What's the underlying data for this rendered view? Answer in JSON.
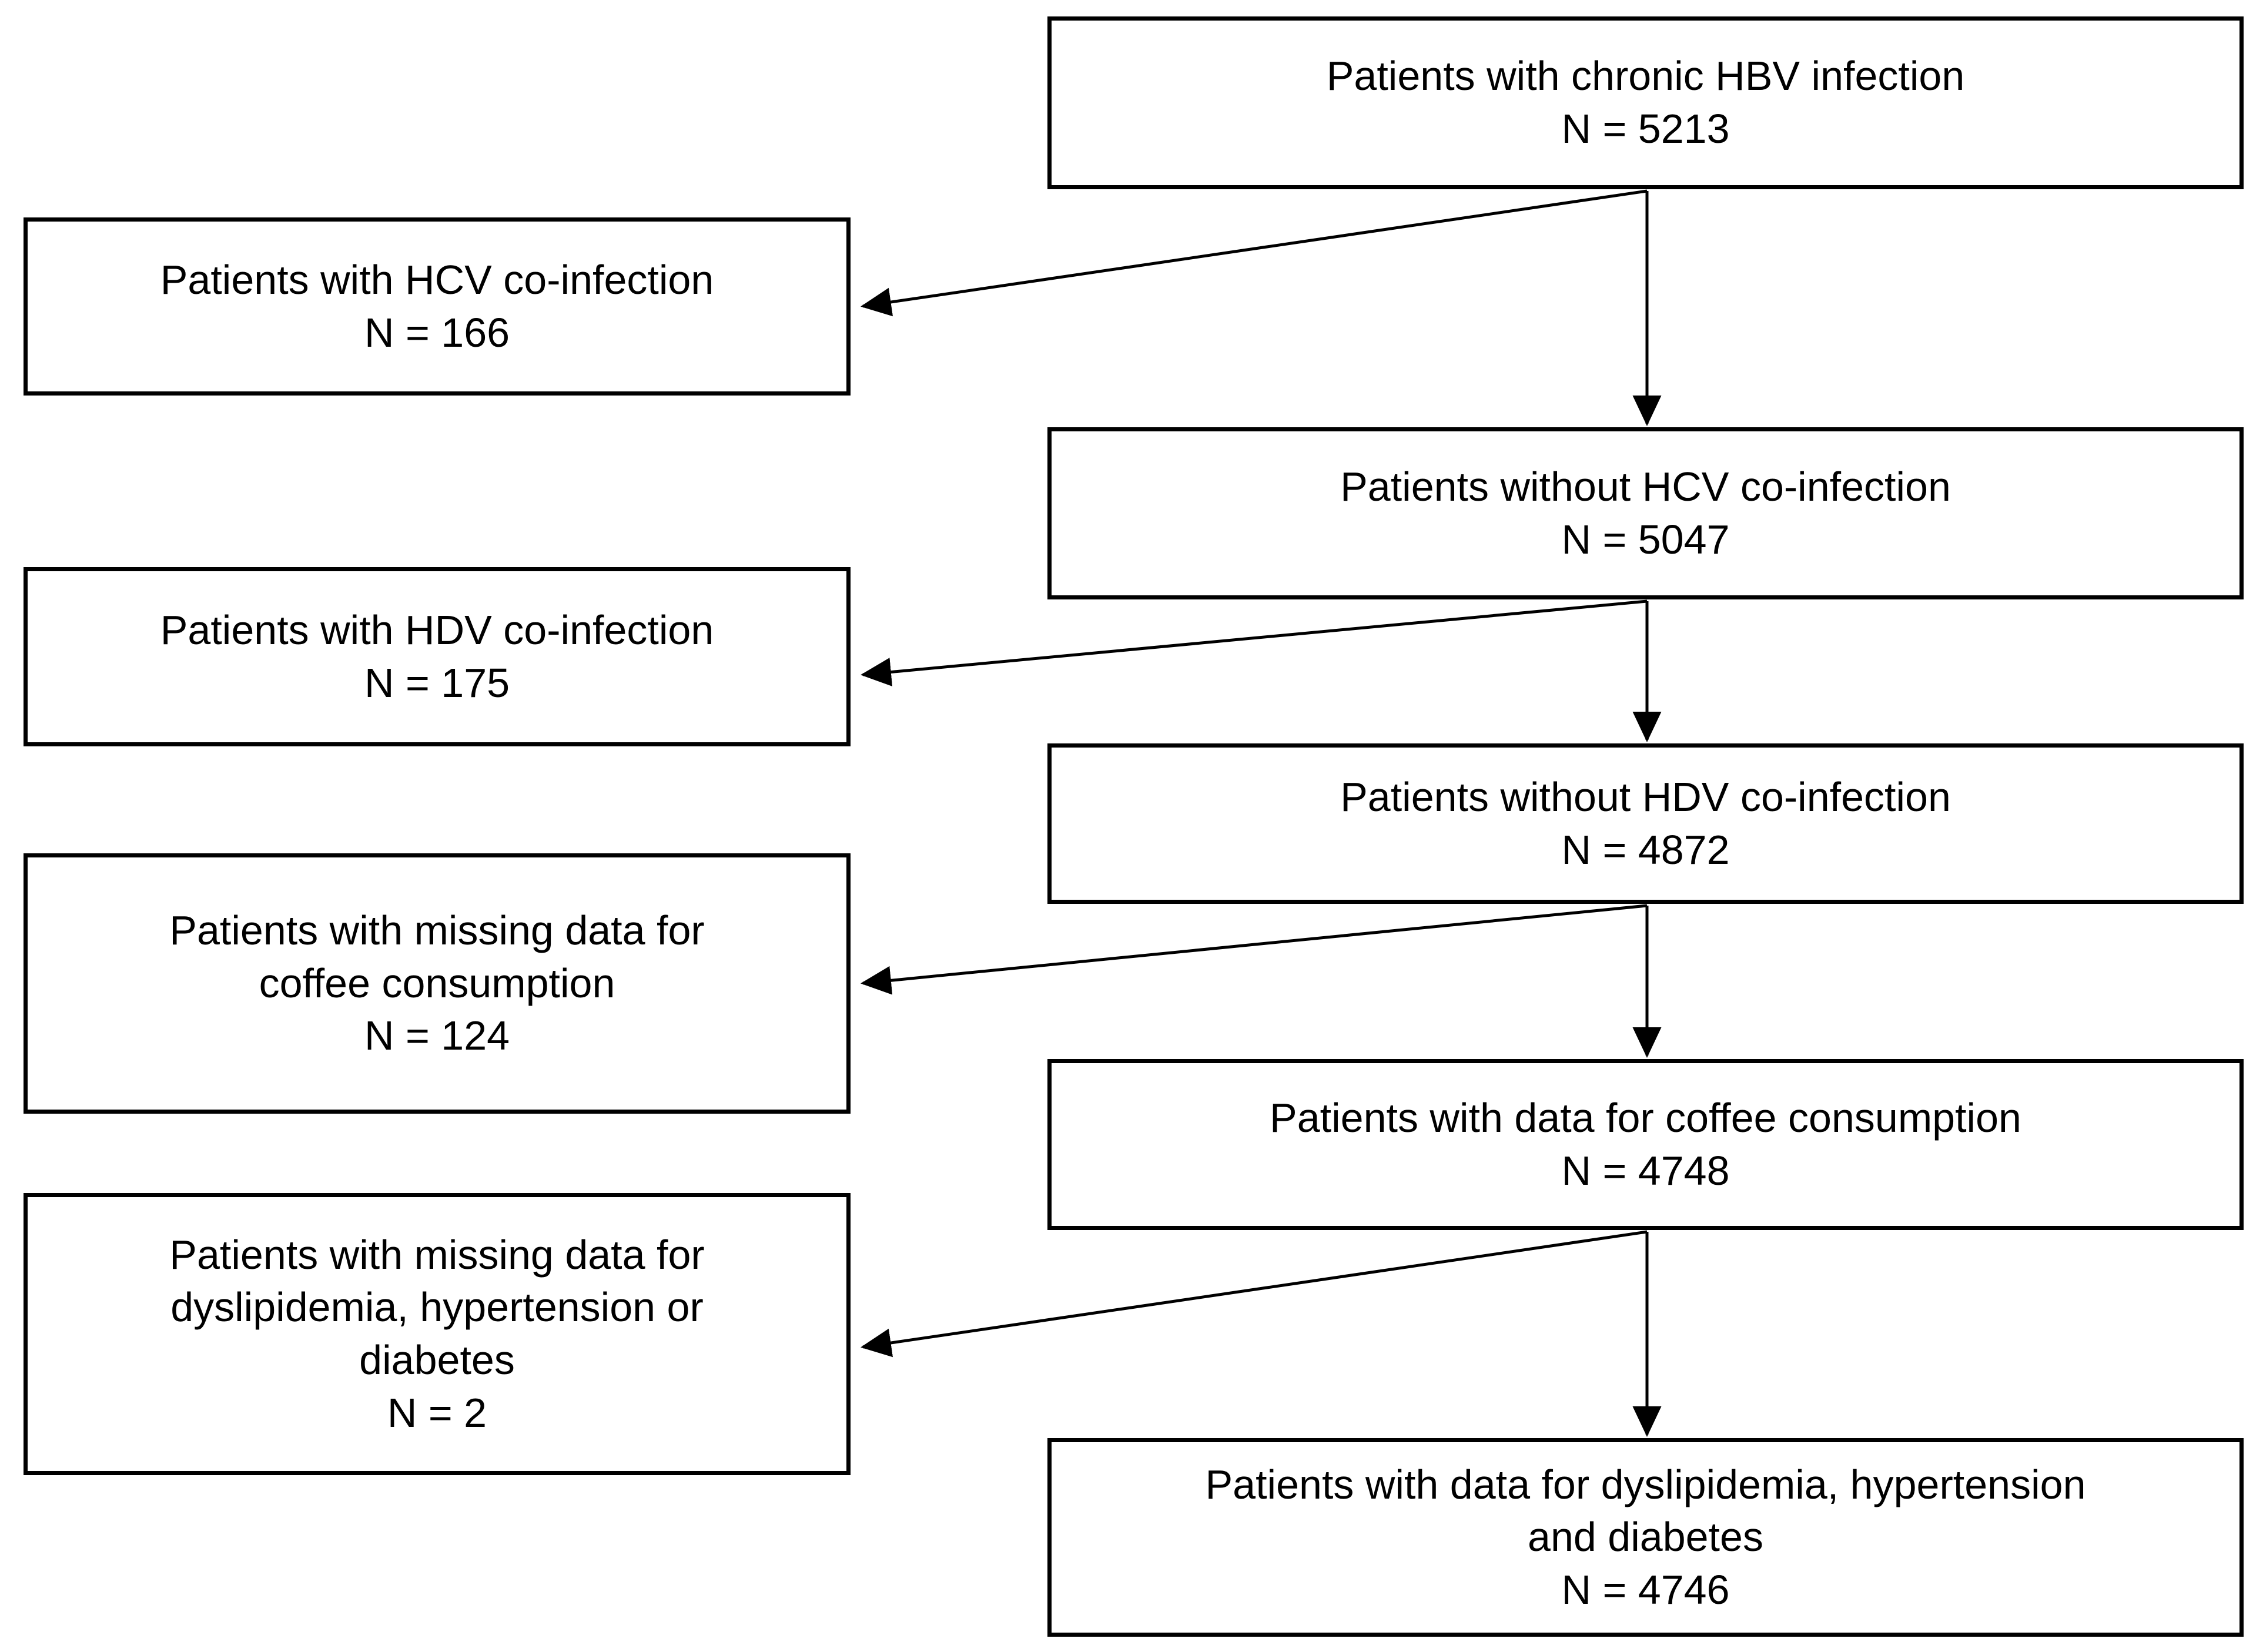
{
  "diagram": {
    "type": "participant-flow-diagram",
    "colors": {
      "background": "#ffffff",
      "box_border": "#000000",
      "text": "#000000",
      "connector": "#000000"
    },
    "nodes": {
      "hbv": {
        "line1": "Patients with chronic HBV infection",
        "line2": "N = 5213",
        "count": 5213
      },
      "excluded_hcv": {
        "line1": "Patients with HCV co-infection",
        "line2": "N = 166",
        "count": 166
      },
      "no_hcv": {
        "line1": "Patients without HCV co-infection",
        "line2": "N = 5047",
        "count": 5047
      },
      "excluded_hdv": {
        "line1": "Patients with HDV co-infection",
        "line2": "N = 175",
        "count": 175
      },
      "no_hdv": {
        "line1": "Patients without HDV co-infection",
        "line2": "N = 4872",
        "count": 4872
      },
      "excluded_coffee": {
        "line1": "Patients with missing data for",
        "line2": "coffee consumption",
        "line3": "N = 124",
        "count": 124
      },
      "coffee": {
        "line1": "Patients with data for coffee consumption",
        "line2": "N = 4748",
        "count": 4748
      },
      "excluded_dyslipidemia": {
        "line1": "Patients with missing data for",
        "line2": "dyslipidemia, hypertension or",
        "line3": "diabetes",
        "line4": "N = 2",
        "count": 2
      },
      "final": {
        "line1": "Patients with data for dyslipidemia, hypertension",
        "line2": "and diabetes",
        "line3": "N = 4746",
        "count": 4746
      }
    },
    "connectors": [
      {
        "name": "hbv-to-excluded-hcv",
        "from": "hbv",
        "to": "excluded_hcv",
        "direction": "left"
      },
      {
        "name": "hbv-to-no-hcv",
        "from": "hbv",
        "to": "no_hcv",
        "direction": "down"
      },
      {
        "name": "no-hcv-to-excluded-hdv",
        "from": "no_hcv",
        "to": "excluded_hdv",
        "direction": "left"
      },
      {
        "name": "no-hcv-to-no-hdv",
        "from": "no_hcv",
        "to": "no_hdv",
        "direction": "down"
      },
      {
        "name": "no-hdv-to-excluded-coffee",
        "from": "no_hdv",
        "to": "excluded_coffee",
        "direction": "left"
      },
      {
        "name": "no-hdv-to-coffee",
        "from": "no_hdv",
        "to": "coffee",
        "direction": "down"
      },
      {
        "name": "coffee-to-excluded-dyslipidemia",
        "from": "coffee",
        "to": "excluded_dyslipidemia",
        "direction": "left"
      },
      {
        "name": "coffee-to-final",
        "from": "coffee",
        "to": "final",
        "direction": "down"
      }
    ]
  }
}
